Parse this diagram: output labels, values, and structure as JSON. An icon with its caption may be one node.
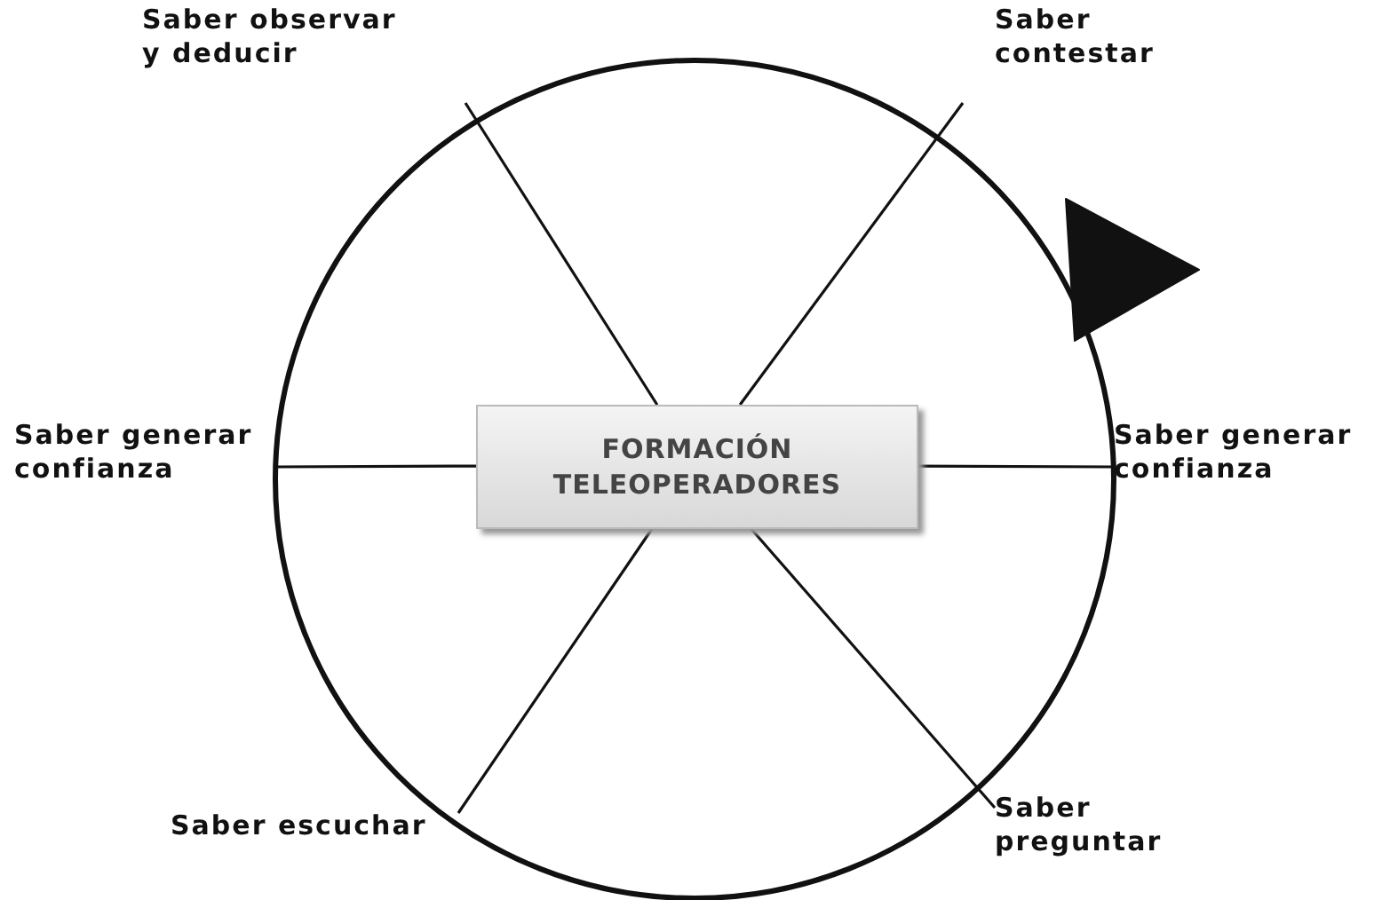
{
  "diagram": {
    "nodes": [
      {
        "text": [],
        "shape": "circle"
      },
      {
        "text": [
          "FORMACIÓN TELEOPERADORES"
        ],
        "in": 0
      },
      {
        "text": [
          "Saber observar y deducir"
        ]
      },
      {
        "text": [
          "Saber contestar"
        ]
      },
      {
        "text": [
          "Saber generar confianza"
        ]
      },
      {
        "text": [
          "Saber generar confianza"
        ]
      },
      {
        "text": [
          "Saber escuchar"
        ]
      },
      {
        "text": [
          "Saber preguntar"
        ]
      }
    ],
    "edges": [
      {
        "from": 1,
        "to": 2,
        "arrow": "none"
      },
      {
        "from": 1,
        "to": 3,
        "arrow": "none"
      },
      {
        "from": 1,
        "to": 4,
        "arrow": "none"
      },
      {
        "from": 1,
        "to": 5,
        "arrow": "none"
      },
      {
        "from": 1,
        "to": 6,
        "arrow": "none"
      },
      {
        "from": 1,
        "to": 7,
        "arrow": "none"
      }
    ]
  }
}
